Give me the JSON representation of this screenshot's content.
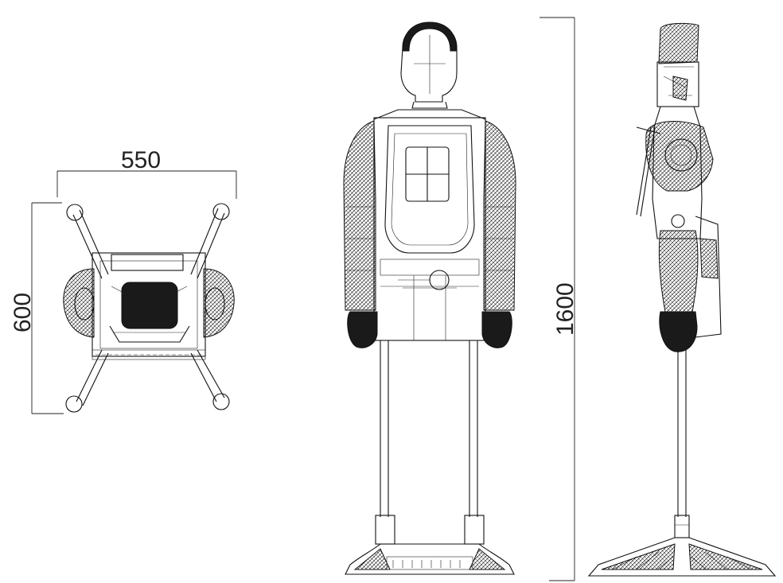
{
  "dimensions": {
    "width_label": "550",
    "depth_label": "600",
    "height_label": "1600"
  }
}
